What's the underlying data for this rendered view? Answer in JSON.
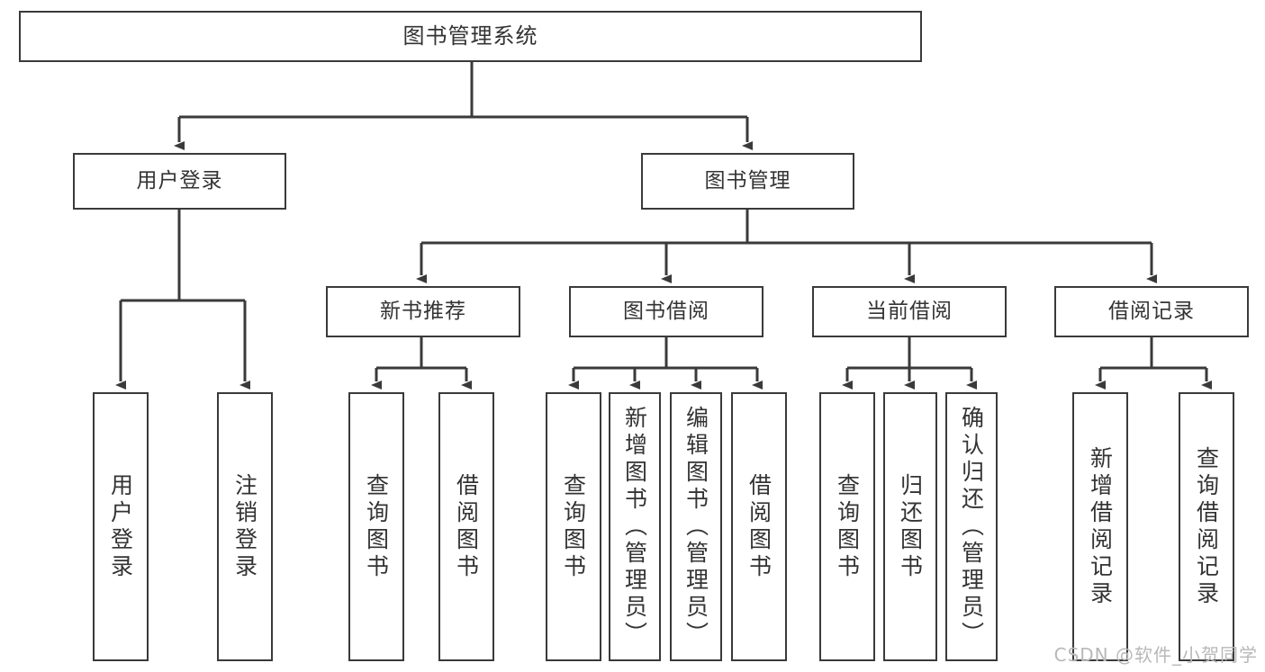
{
  "diagram": {
    "title": "图书管理系统",
    "type": "tree",
    "colors": {
      "box_border": "#3a3a3a",
      "box_fill": "#ffffff",
      "text": "#333333",
      "line": "#3a3a3a",
      "watermark": "#b8b8b8"
    },
    "nodes": {
      "root": {
        "label": "图书管理系统"
      },
      "level2": [
        {
          "label": "用户登录"
        },
        {
          "label": "图书管理"
        }
      ],
      "level3": [
        {
          "label": "新书推荐"
        },
        {
          "label": "图书借阅"
        },
        {
          "label": "当前借阅"
        },
        {
          "label": "借阅记录"
        }
      ],
      "leaves_user_login": [
        {
          "label": "用户登录"
        },
        {
          "label": "注销登录"
        }
      ],
      "leaves_new_book": [
        {
          "label": "查询图书"
        },
        {
          "label": "借阅图书"
        }
      ],
      "leaves_borrow": [
        {
          "label": "查询图书"
        },
        {
          "label": "新增图书（管理员）"
        },
        {
          "label": "编辑图书（管理员）"
        },
        {
          "label": "借阅图书"
        }
      ],
      "leaves_current": [
        {
          "label": "查询图书"
        },
        {
          "label": "归还图书"
        },
        {
          "label": "确认归还（管理员）"
        }
      ],
      "leaves_records": [
        {
          "label": "新增借阅记录"
        },
        {
          "label": "查询借阅记录"
        }
      ]
    }
  },
  "watermark": {
    "text": "CSDN @软件_小贺同学"
  }
}
